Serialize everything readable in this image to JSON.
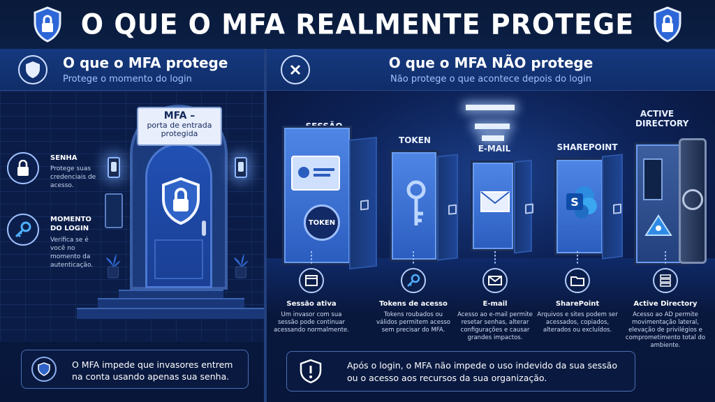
{
  "header": {
    "title": "O QUE O MFA REALMENTE PROTEGE"
  },
  "left": {
    "title": "O que o MFA protege",
    "subtitle": "Protege o momento do login",
    "door_sign": {
      "line1": "MFA –",
      "line2": "porta de entrada",
      "line3": "protegida"
    },
    "features": [
      {
        "title": "SENHA",
        "desc": "Protege suas credenciais de acesso.",
        "icon": "lock-icon"
      },
      {
        "title": "MOMENTO DO LOGIN",
        "desc": "Verifica se é você no momento da autenticação.",
        "icon": "key-icon"
      }
    ],
    "note": "O MFA impede que invasores entrem na conta usando apenas sua senha."
  },
  "right": {
    "title": "O que o MFA NÃO protege",
    "subtitle": "Não protege o que acontece depois do login",
    "door_labels": [
      "SESSÃO",
      "TOKEN",
      "E-MAIL",
      "SHAREPOINT",
      "ACTIVE DIRECTORY"
    ],
    "token_badge": "TOKEN",
    "columns": [
      {
        "title": "Sessão ativa",
        "desc": "Um invasor com sua sessão pode continuar acessando normalmente.",
        "icon": "browser-window-icon"
      },
      {
        "title": "Tokens de acesso",
        "desc": "Tokens roubados ou válidos permitem acesso sem precisar do MFA.",
        "icon": "key-icon"
      },
      {
        "title": "E-mail",
        "desc": "Acesso ao e-mail permite resetar senhas, alterar configurações e causar grandes impactos.",
        "icon": "envelope-icon"
      },
      {
        "title": "SharePoint",
        "desc": "Arquivos e sites podem ser acessados, copiados, alterados ou excluídos.",
        "icon": "folder-icon"
      },
      {
        "title": "Active Directory",
        "desc": "Acesso ao AD permite movimentação lateral, elevação de privilégios e comprometimento total do ambiente.",
        "icon": "server-icon"
      }
    ],
    "note": "Após o login, o MFA não impede o uso indevido da sua sessão ou o acesso aos recursos da sua organização."
  },
  "colors": {
    "accent": "#2a5cc8",
    "light_blue": "#9fc4ff",
    "background": "#06122b"
  }
}
